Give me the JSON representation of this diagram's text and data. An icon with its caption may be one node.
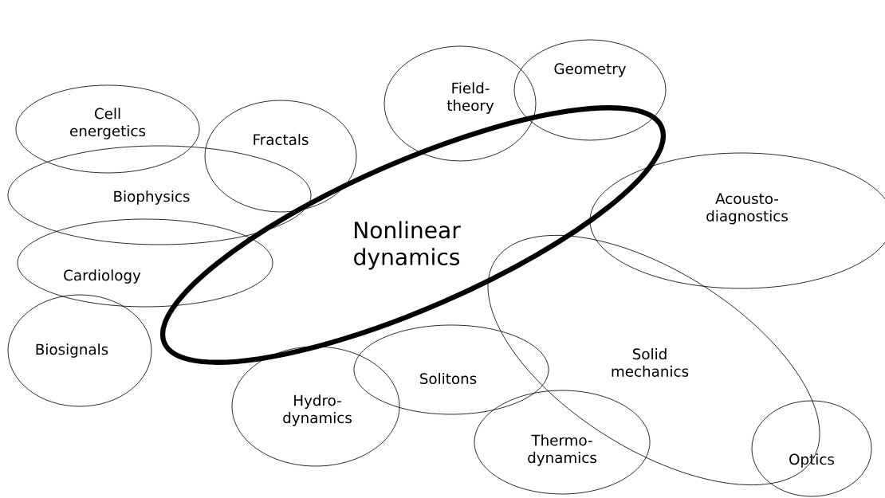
{
  "diagram": {
    "nodes": [
      {
        "text": [
          "Nonlinear dynamics"
        ]
      },
      {
        "text": [
          "Geometry"
        ]
      },
      {
        "text": [
          "Field- theory"
        ]
      },
      {
        "text": [
          "Cell energetics"
        ]
      },
      {
        "text": [
          "Fractals"
        ]
      },
      {
        "text": [
          "Biophysics"
        ]
      },
      {
        "text": [
          "Acousto- diagnostics"
        ]
      },
      {
        "text": [
          "Cardiology"
        ]
      },
      {
        "text": [
          "Biosignals"
        ]
      },
      {
        "text": [
          "Solid mechanics"
        ]
      },
      {
        "text": [
          "Hydro- dynamics"
        ]
      },
      {
        "text": [
          "Solitons"
        ]
      },
      {
        "text": [
          "Thermo- dynamics"
        ]
      },
      {
        "text": [
          "Optics"
        ]
      }
    ]
  }
}
